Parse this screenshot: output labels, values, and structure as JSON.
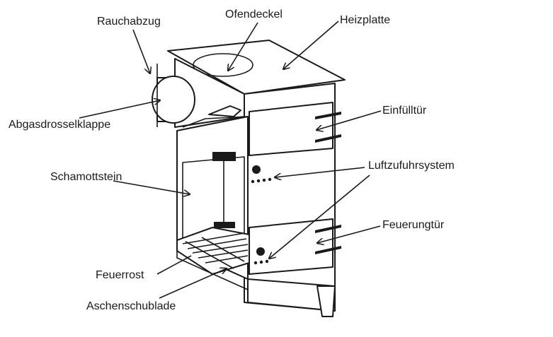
{
  "labels": {
    "rauchabzug": "Rauchabzug",
    "ofendeckel": "Ofendeckel",
    "heizplatte": "Heizplatte",
    "abgasdrosselklappe": "Abgasdrosselklappe",
    "einfuelltuer": "Einfülltür",
    "schamottstein": "Schamottstein",
    "luftzufuhrsystem": "Luftzufuhrsystem",
    "feuerungtuer": "Feuerungtür",
    "feuerrost": "Feuerrost",
    "aschenschublade": "Aschenschublade"
  },
  "colors": {
    "line": "#1a1a1a",
    "background": "#ffffff"
  }
}
